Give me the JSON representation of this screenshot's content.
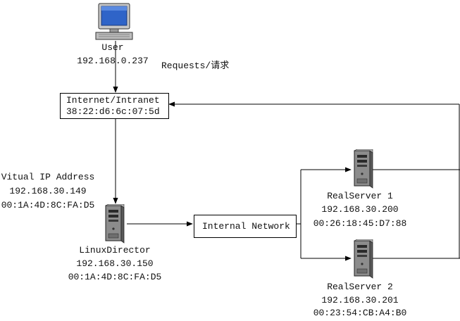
{
  "user": {
    "name": "User",
    "ip": "192.168.0.237",
    "icon": "desktop-computer-icon"
  },
  "requests_label": "Requests/请求",
  "internet": {
    "title": "Internet/Intranet",
    "mac": "38:22:d6:6c:07:5d"
  },
  "vip": {
    "title": "Vitual IP Address",
    "ip": "192.168.30.149",
    "mac": "00:1A:4D:8C:FA:D5"
  },
  "director": {
    "name": "LinuxDirector",
    "ip": "192.168.30.150",
    "mac": "00:1A:4D:8C:FA:D5",
    "icon": "server-tower-icon"
  },
  "internal_network": {
    "label": "Internal Network"
  },
  "realserver1": {
    "name": "RealServer 1",
    "ip": "192.168.30.200",
    "mac": "00:26:18:45:D7:88",
    "icon": "server-tower-icon"
  },
  "realserver2": {
    "name": "RealServer 2",
    "ip": "192.168.30.201",
    "mac": "00:23:54:CB:A4:B0",
    "icon": "server-tower-icon"
  }
}
